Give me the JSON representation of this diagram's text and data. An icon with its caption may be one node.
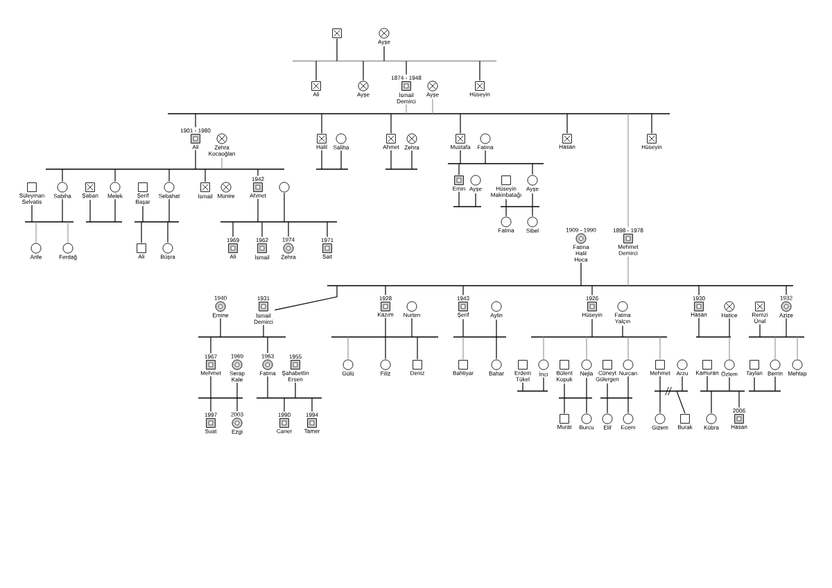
{
  "diagram": {
    "nodes": [
      {
        "text": [],
        "shape": "box"
      },
      {
        "text": [],
        "shape": "circle",
        "beside": [
          "Ayşe"
        ]
      },
      {
        "text": [],
        "shape": "bar"
      },
      {
        "text": [],
        "shape": "box",
        "beside": [
          "Ali"
        ]
      },
      {
        "text": [],
        "shape": "circle",
        "beside": [
          "Ayşe"
        ]
      },
      {
        "text": [],
        "shape": "box",
        "beside": [
          "1874 - 1948",
          "İsmail Demirci"
        ]
      },
      {
        "text": [],
        "shape": "circle",
        "beside": [
          "Ayşe"
        ]
      },
      {
        "text": [],
        "shape": "box",
        "beside": [
          "Hüseyin"
        ]
      },
      {
        "text": [],
        "shape": "bar"
      },
      {
        "text": [],
        "shape": "box",
        "beside": [
          "1901 - 1980",
          "Ali"
        ]
      },
      {
        "text": [],
        "shape": "circle",
        "beside": [
          "Zehra Kocaoğlan"
        ]
      },
      {
        "text": [],
        "shape": "box",
        "beside": [
          "Halil"
        ]
      },
      {
        "text": [],
        "shape": "circle",
        "beside": [
          "Saliha"
        ]
      },
      {
        "text": [],
        "shape": "box",
        "beside": [
          "Ahmet"
        ]
      },
      {
        "text": [],
        "shape": "circle",
        "beside": [
          "Zehra"
        ]
      },
      {
        "text": [],
        "shape": "box",
        "beside": [
          "Mustafa"
        ]
      },
      {
        "text": [],
        "shape": "circle",
        "beside": [
          "Fatma"
        ]
      },
      {
        "text": [],
        "shape": "box",
        "beside": [
          "Hasan"
        ]
      },
      {
        "text": [],
        "shape": "box",
        "beside": [
          "Hüseyin"
        ]
      },
      {
        "text": [],
        "shape": "bar"
      },
      {
        "text": [],
        "shape": "bar"
      },
      {
        "text": [],
        "shape": "bar"
      },
      {
        "text": [],
        "shape": "bar"
      },
      {
        "text": [],
        "shape": "box",
        "beside": [
          "Süleyman Selvatis"
        ]
      },
      {
        "text": [],
        "shape": "circle",
        "beside": [
          "Sabiha"
        ]
      },
      {
        "text": [],
        "shape": "box",
        "beside": [
          "Şaban"
        ]
      },
      {
        "text": [],
        "shape": "circle",
        "beside": [
          "Melek"
        ]
      },
      {
        "text": [],
        "shape": "box",
        "beside": [
          "Şerif Başar"
        ]
      },
      {
        "text": [],
        "shape": "circle",
        "beside": [
          "Sebahat"
        ]
      },
      {
        "text": [],
        "shape": "box",
        "beside": [
          "İsmail"
        ]
      },
      {
        "text": [],
        "shape": "circle",
        "beside": [
          "Münire"
        ]
      },
      {
        "text": [],
        "shape": "box",
        "beside": [
          "1942",
          "Ahmet"
        ]
      },
      {
        "text": [],
        "shape": "circle"
      },
      {
        "text": [],
        "shape": "box",
        "beside": [
          "Emin"
        ]
      },
      {
        "text": [],
        "shape": "circle",
        "beside": [
          "Ayşe"
        ]
      },
      {
        "text": [],
        "shape": "box",
        "beside": [
          "Hüseyin Makinbatağı"
        ]
      },
      {
        "text": [],
        "shape": "circle",
        "beside": [
          "Ayşe"
        ]
      },
      {
        "text": [],
        "shape": "bar"
      },
      {
        "text": [],
        "shape": "bar"
      },
      {
        "text": [],
        "shape": "bar"
      },
      {
        "text": [],
        "shape": "bar"
      },
      {
        "text": [],
        "shape": "bar"
      },
      {
        "text": [],
        "shape": "bar"
      },
      {
        "text": [],
        "shape": "circle",
        "beside": [
          "Arife"
        ]
      },
      {
        "text": [],
        "shape": "circle",
        "beside": [
          "Ferdağ"
        ]
      },
      {
        "text": [],
        "shape": "box",
        "beside": [
          "Ali"
        ]
      },
      {
        "text": [],
        "shape": "circle",
        "beside": [
          "Büşra"
        ]
      },
      {
        "text": [],
        "shape": "box",
        "beside": [
          "1969",
          "Ali"
        ]
      },
      {
        "text": [],
        "shape": "box",
        "beside": [
          "1962",
          "İsmail"
        ]
      },
      {
        "text": [],
        "shape": "circle",
        "beside": [
          "1974",
          "Zehra"
        ]
      },
      {
        "text": [],
        "shape": "box",
        "beside": [
          "1971",
          "Sait"
        ]
      },
      {
        "text": [],
        "shape": "circle",
        "beside": [
          "Fatma"
        ]
      },
      {
        "text": [],
        "shape": "circle",
        "beside": [
          "Sibel"
        ]
      },
      {
        "text": [],
        "shape": "circle",
        "beside": [
          "1909 - 1990",
          "Fatma Halil Hoca"
        ]
      },
      {
        "text": [],
        "shape": "box",
        "beside": [
          "1898 - 1978",
          "Mehmet Demirci"
        ]
      },
      {
        "text": [],
        "shape": "bar"
      },
      {
        "text": [],
        "shape": "circle",
        "beside": [
          "1940",
          "Emine"
        ]
      },
      {
        "text": [],
        "shape": "box",
        "beside": [
          "1931",
          "İsmail Demirci"
        ]
      },
      {
        "text": [],
        "shape": "box",
        "beside": [
          "1928",
          "Kazım"
        ]
      },
      {
        "text": [],
        "shape": "circle",
        "beside": [
          "Nurten"
        ]
      },
      {
        "text": [],
        "shape": "box",
        "beside": [
          "1943",
          "Şerif"
        ]
      },
      {
        "text": [],
        "shape": "circle",
        "beside": [
          "Aylin"
        ]
      },
      {
        "text": [],
        "shape": "box",
        "beside": [
          "1926",
          "Hüseyin"
        ]
      },
      {
        "text": [],
        "shape": "circle",
        "beside": [
          "Fatma Yalçın"
        ]
      },
      {
        "text": [],
        "shape": "box",
        "beside": [
          "1930",
          "Hasan"
        ]
      },
      {
        "text": [],
        "shape": "circle",
        "beside": [
          "Hatice"
        ]
      },
      {
        "text": [],
        "shape": "box",
        "beside": [
          "Remzi Ünal"
        ]
      },
      {
        "text": [],
        "shape": "circle",
        "beside": [
          "1932",
          "Azize"
        ]
      },
      {
        "text": [],
        "shape": "bar"
      },
      {
        "text": [],
        "shape": "bar"
      },
      {
        "text": [],
        "shape": "bar"
      },
      {
        "text": [],
        "shape": "bar"
      },
      {
        "text": [],
        "shape": "bar"
      },
      {
        "text": [],
        "shape": "bar"
      },
      {
        "text": [],
        "shape": "box",
        "beside": [
          "1967",
          "Mehmet"
        ]
      },
      {
        "text": [],
        "shape": "circle",
        "beside": [
          "1969",
          "Serap Kale"
        ]
      },
      {
        "text": [],
        "shape": "circle",
        "beside": [
          "1963",
          "Fatma"
        ]
      },
      {
        "text": [],
        "shape": "box",
        "beside": [
          "1955",
          "Şahabettin Ersen"
        ]
      },
      {
        "text": [],
        "shape": "circle",
        "beside": [
          "Gülü"
        ]
      },
      {
        "text": [],
        "shape": "circle",
        "beside": [
          "Filiz"
        ]
      },
      {
        "text": [],
        "shape": "box",
        "beside": [
          "Deniz"
        ]
      },
      {
        "text": [],
        "shape": "box",
        "beside": [
          "Bahtiyar"
        ]
      },
      {
        "text": [],
        "shape": "circle",
        "beside": [
          "Bahar"
        ]
      },
      {
        "text": [],
        "shape": "box",
        "beside": [
          "Erdem Tükel"
        ]
      },
      {
        "text": [],
        "shape": "circle",
        "beside": [
          "İnci"
        ]
      },
      {
        "text": [],
        "shape": "box",
        "beside": [
          "Bülent Kopuk"
        ]
      },
      {
        "text": [],
        "shape": "circle",
        "beside": [
          "Nejla"
        ]
      },
      {
        "text": [],
        "shape": "box",
        "beside": [
          "Cüneyt Gülergen"
        ]
      },
      {
        "text": [],
        "shape": "circle",
        "beside": [
          "Nurcan"
        ]
      },
      {
        "text": [],
        "shape": "box",
        "beside": [
          "Mehmet"
        ]
      },
      {
        "text": [],
        "shape": "circle",
        "beside": [
          "Arzu"
        ]
      },
      {
        "text": [],
        "shape": "box",
        "beside": [
          "Kamuran"
        ]
      },
      {
        "text": [],
        "shape": "circle",
        "beside": [
          "Özlem"
        ]
      },
      {
        "text": [],
        "shape": "box",
        "beside": [
          "Taylan"
        ]
      },
      {
        "text": [],
        "shape": "circle",
        "beside": [
          "Berrin"
        ]
      },
      {
        "text": [],
        "shape": "circle",
        "beside": [
          "Mehtap"
        ]
      },
      {
        "text": [],
        "shape": "bar"
      },
      {
        "text": [],
        "shape": "bar"
      },
      {
        "text": [],
        "shape": "bar"
      },
      {
        "text": [],
        "shape": "bar"
      },
      {
        "text": [],
        "shape": "bar"
      },
      {
        "text": [],
        "shape": "bar"
      },
      {
        "text": [],
        "shape": "bar"
      },
      {
        "text": [],
        "shape": "bar"
      },
      {
        "text": [],
        "shape": "box",
        "beside": [
          "1997",
          "Suat"
        ]
      },
      {
        "text": [],
        "shape": "circle",
        "beside": [
          "2003",
          "Ezgi"
        ]
      },
      {
        "text": [],
        "shape": "box",
        "beside": [
          "1990",
          "Caner"
        ]
      },
      {
        "text": [],
        "shape": "box",
        "beside": [
          "1994",
          "Tamer"
        ]
      },
      {
        "text": [],
        "shape": "box",
        "beside": [
          "Murat"
        ]
      },
      {
        "text": [],
        "shape": "circle",
        "beside": [
          "Burcu"
        ]
      },
      {
        "text": [],
        "shape": "circle",
        "beside": [
          "Elif"
        ]
      },
      {
        "text": [],
        "shape": "circle",
        "beside": [
          "Ecem"
        ]
      },
      {
        "text": [],
        "shape": "circle",
        "beside": [
          "Gizem"
        ]
      },
      {
        "text": [],
        "shape": "box",
        "beside": [
          "Burak"
        ]
      },
      {
        "text": [],
        "shape": "circle",
        "beside": [
          "Kübra"
        ]
      },
      {
        "text": [],
        "shape": "box",
        "beside": [
          "2006",
          "Hasan"
        ]
      }
    ],
    "edges": [
      {
        "from": 0,
        "to": 2,
        "arrow": "none"
      },
      {
        "from": 1,
        "to": 2,
        "arrow": "none"
      },
      {
        "from": 2,
        "to": 3,
        "arrow": "none"
      },
      {
        "from": 2,
        "to": 4,
        "arrow": "none"
      },
      {
        "from": 2,
        "to": 5,
        "arrow": "none"
      },
      {
        "from": 2,
        "to": 7,
        "arrow": "none"
      },
      {
        "from": 5,
        "to": 8,
        "arrow": "none",
        "color": "#999999"
      },
      {
        "from": 6,
        "to": 8,
        "arrow": "none",
        "color": "#999999"
      },
      {
        "from": 8,
        "to": 9,
        "arrow": "none"
      },
      {
        "from": 8,
        "to": 11,
        "arrow": "none"
      },
      {
        "from": 8,
        "to": 13,
        "arrow": "none"
      },
      {
        "from": 8,
        "to": 15,
        "arrow": "none"
      },
      {
        "from": 8,
        "to": 17,
        "arrow": "none"
      },
      {
        "from": 8,
        "to": 54,
        "arrow": "none",
        "color": "#999999"
      },
      {
        "from": 8,
        "to": 18,
        "arrow": "none"
      },
      {
        "from": 9,
        "to": 19,
        "arrow": "none"
      },
      {
        "from": 10,
        "to": 19,
        "arrow": "none",
        "color": "#999999"
      },
      {
        "from": 19,
        "to": 24,
        "arrow": "none"
      },
      {
        "from": 19,
        "to": 26,
        "arrow": "none"
      },
      {
        "from": 19,
        "to": 28,
        "arrow": "none"
      },
      {
        "from": 19,
        "to": 29,
        "arrow": "none"
      },
      {
        "from": 19,
        "to": 31,
        "arrow": "none"
      },
      {
        "from": 11,
        "to": 20,
        "arrow": "none"
      },
      {
        "from": 12,
        "to": 20,
        "arrow": "none"
      },
      {
        "from": 13,
        "to": 21,
        "arrow": "none"
      },
      {
        "from": 14,
        "to": 21,
        "arrow": "none"
      },
      {
        "from": 15,
        "to": 22,
        "arrow": "none"
      },
      {
        "from": 16,
        "to": 22,
        "arrow": "none"
      },
      {
        "from": 22,
        "to": 33,
        "arrow": "none"
      },
      {
        "from": 22,
        "to": 36,
        "arrow": "none"
      },
      {
        "from": 23,
        "to": 37,
        "arrow": "none"
      },
      {
        "from": 24,
        "to": 37,
        "arrow": "none"
      },
      {
        "from": 37,
        "to": 43,
        "arrow": "none",
        "color": "#999999"
      },
      {
        "from": 37,
        "to": 44,
        "arrow": "none",
        "color": "#999999"
      },
      {
        "from": 25,
        "to": 38,
        "arrow": "none"
      },
      {
        "from": 26,
        "to": 38,
        "arrow": "none"
      },
      {
        "from": 27,
        "to": 39,
        "arrow": "none"
      },
      {
        "from": 28,
        "to": 39,
        "arrow": "none"
      },
      {
        "from": 39,
        "to": 45,
        "arrow": "none"
      },
      {
        "from": 39,
        "to": 46,
        "arrow": "none"
      },
      {
        "from": 31,
        "to": 40,
        "arrow": "none"
      },
      {
        "from": 32,
        "to": 40,
        "arrow": "none"
      },
      {
        "from": 40,
        "to": 47,
        "arrow": "none"
      },
      {
        "from": 40,
        "to": 48,
        "arrow": "none"
      },
      {
        "from": 40,
        "to": 49,
        "arrow": "none"
      },
      {
        "from": 40,
        "to": 50,
        "arrow": "none"
      },
      {
        "from": 33,
        "to": 41,
        "arrow": "none"
      },
      {
        "from": 34,
        "to": 41,
        "arrow": "none"
      },
      {
        "from": 35,
        "to": 42,
        "arrow": "none"
      },
      {
        "from": 36,
        "to": 42,
        "arrow": "none"
      },
      {
        "from": 42,
        "to": 51,
        "arrow": "none"
      },
      {
        "from": 42,
        "to": 52,
        "arrow": "none"
      },
      {
        "from": 53,
        "to": 55,
        "arrow": "none"
      },
      {
        "from": 54,
        "to": 55,
        "arrow": "none",
        "color": "#999999"
      },
      {
        "from": 55,
        "to": 57,
        "arrow": "none"
      },
      {
        "from": 55,
        "to": 58,
        "arrow": "none"
      },
      {
        "from": 55,
        "to": 60,
        "arrow": "none"
      },
      {
        "from": 55,
        "to": 62,
        "arrow": "none"
      },
      {
        "from": 55,
        "to": 64,
        "arrow": "none"
      },
      {
        "from": 55,
        "to": 67,
        "arrow": "none"
      },
      {
        "from": 56,
        "to": 68,
        "arrow": "none"
      },
      {
        "from": 57,
        "to": 68,
        "arrow": "none"
      },
      {
        "from": 68,
        "to": 74,
        "arrow": "none"
      },
      {
        "from": 68,
        "to": 76,
        "arrow": "none"
      },
      {
        "from": 58,
        "to": 69,
        "arrow": "none"
      },
      {
        "from": 59,
        "to": 69,
        "arrow": "none"
      },
      {
        "from": 69,
        "to": 78,
        "arrow": "none",
        "color": "#999999"
      },
      {
        "from": 69,
        "to": 79,
        "arrow": "none"
      },
      {
        "from": 69,
        "to": 80,
        "arrow": "none"
      },
      {
        "from": 60,
        "to": 70,
        "arrow": "none"
      },
      {
        "from": 61,
        "to": 70,
        "arrow": "none"
      },
      {
        "from": 70,
        "to": 81,
        "arrow": "none",
        "color": "#999999"
      },
      {
        "from": 70,
        "to": 82,
        "arrow": "none"
      },
      {
        "from": 62,
        "to": 71,
        "arrow": "none"
      },
      {
        "from": 63,
        "to": 71,
        "arrow": "none"
      },
      {
        "from": 71,
        "to": 84,
        "arrow": "none",
        "color": "#999999"
      },
      {
        "from": 71,
        "to": 86,
        "arrow": "none",
        "color": "#999999"
      },
      {
        "from": 71,
        "to": 88,
        "arrow": "none",
        "color": "#999999"
      },
      {
        "from": 71,
        "to": 89,
        "arrow": "none",
        "color": "#999999"
      },
      {
        "from": 64,
        "to": 72,
        "arrow": "none"
      },
      {
        "from": 65,
        "to": 72,
        "arrow": "none"
      },
      {
        "from": 72,
        "to": 92,
        "arrow": "none",
        "color": "#999999"
      },
      {
        "from": 66,
        "to": 73,
        "arrow": "none"
      },
      {
        "from": 67,
        "to": 73,
        "arrow": "none"
      },
      {
        "from": 73,
        "to": 94,
        "arrow": "none",
        "color": "#999999"
      },
      {
        "from": 73,
        "to": 95,
        "arrow": "none",
        "color": "#999999"
      },
      {
        "from": 74,
        "to": 96,
        "arrow": "none"
      },
      {
        "from": 75,
        "to": 96,
        "arrow": "none"
      },
      {
        "from": 96,
        "to": 104,
        "arrow": "none"
      },
      {
        "from": 96,
        "to": 105,
        "arrow": "none"
      },
      {
        "from": 76,
        "to": 97,
        "arrow": "none"
      },
      {
        "from": 77,
        "to": 97,
        "arrow": "none"
      },
      {
        "from": 97,
        "to": 106,
        "arrow": "none"
      },
      {
        "from": 97,
        "to": 107,
        "arrow": "none"
      },
      {
        "from": 83,
        "to": 98,
        "arrow": "none"
      },
      {
        "from": 84,
        "to": 98,
        "arrow": "none"
      },
      {
        "from": 85,
        "to": 99,
        "arrow": "none"
      },
      {
        "from": 86,
        "to": 99,
        "arrow": "none"
      },
      {
        "from": 99,
        "to": 108,
        "arrow": "none"
      },
      {
        "from": 99,
        "to": 109,
        "arrow": "none"
      },
      {
        "from": 87,
        "to": 100,
        "arrow": "none"
      },
      {
        "from": 88,
        "to": 100,
        "arrow": "none"
      },
      {
        "from": 100,
        "to": 110,
        "arrow": "none"
      },
      {
        "from": 100,
        "to": 111,
        "arrow": "none"
      },
      {
        "from": 89,
        "to": 101,
        "arrow": "none"
      },
      {
        "from": 90,
        "to": 101,
        "arrow": "none"
      },
      {
        "from": 101,
        "to": 112,
        "arrow": "none"
      },
      {
        "from": 101,
        "to": 113,
        "arrow": "none"
      },
      {
        "from": 91,
        "to": 102,
        "arrow": "none"
      },
      {
        "from": 92,
        "to": 102,
        "arrow": "none"
      },
      {
        "from": 102,
        "to": 114,
        "arrow": "none"
      },
      {
        "from": 102,
        "to": 115,
        "arrow": "none"
      },
      {
        "from": 93,
        "to": 103,
        "arrow": "none"
      },
      {
        "from": 94,
        "to": 103,
        "arrow": "none"
      }
    ]
  }
}
